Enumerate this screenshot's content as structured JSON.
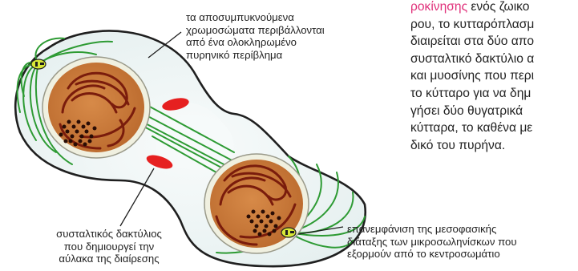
{
  "labels": {
    "nuclear_envelope": [
      "τα αποσυμπυκνούμενα",
      "χρωμοσώματα περιβάλλονται",
      "από ένα ολοκληρωμένο",
      "πυρηνικό περίβλημα"
    ],
    "contractile_ring": [
      "συσταλτικός δακτύλιος",
      "που δημιουργεί την",
      "αύλακα της διαίρεσης"
    ],
    "microtubules": [
      "επανεμφάνιση της μεσοφασικής",
      "διάταξης των μικροσωληνίσκων που",
      "εξορμούν από το κεντροσωμάτιο"
    ]
  },
  "side_text": {
    "highlight": "ροκίνησης",
    "lines": [
      " ενός ζωικο",
      "ρου, το κυτταρόπλασμ",
      "διαιρείται στα δύο απο",
      "συσταλτικό δακτύλιο α",
      "και μυοσίνης που περι",
      "το κύτταρο για να δημ",
      "γήσει δύο θυγατρικά",
      "κύτταρα, το καθένα με",
      "δικό του πυρήνα."
    ]
  },
  "colors": {
    "cytoplasm": "#eef5f5",
    "cell_outline": "#1f1f1f",
    "nucleoplasm": "#c77a3a",
    "chromatin": "#7a1c0c",
    "nuclear_envelope": "#f0f0e0",
    "microtubules": "#2e9b34",
    "contractile_ring": "#e62020",
    "centrosome": "#d8e836",
    "highlight_text": "#e0307a"
  },
  "icons": [
    "centrosome-icon"
  ]
}
